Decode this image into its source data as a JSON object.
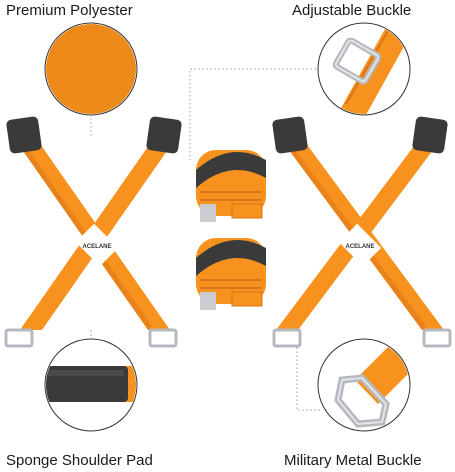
{
  "labels": {
    "premium_polyester": "Premium Polyester",
    "adjustable_buckle": "Adjustable Buckle",
    "sponge_shoulder_pad": "Sponge Shoulder Pad",
    "military_metal_buckle": "Military Metal Buckle"
  },
  "brand_mark": "ACELANE",
  "colors": {
    "strap_orange": "#f7921e",
    "strap_shadow": "#d9741a",
    "pad_dark": "#3a3a3a",
    "buckle_metal": "#c9ccd1",
    "leader_line": "#999999"
  }
}
